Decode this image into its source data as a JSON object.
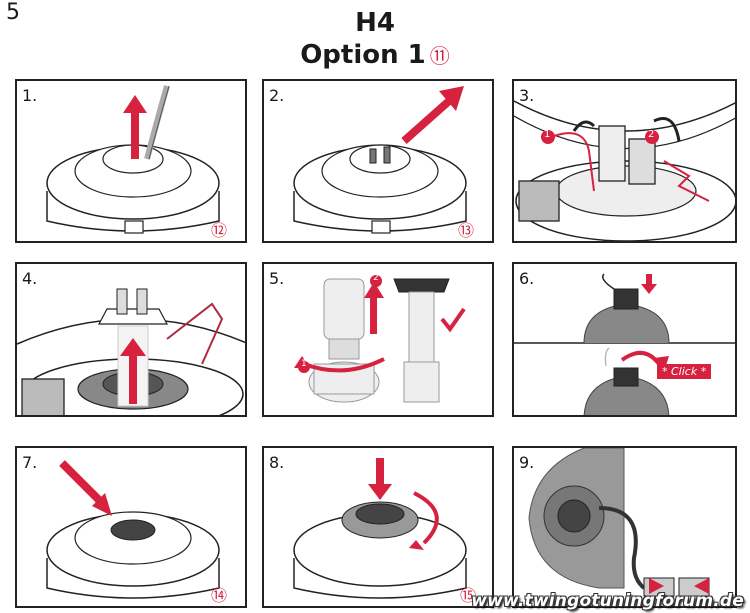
{
  "page": {
    "number": "5",
    "title": "H4",
    "subtitle": "Option 1",
    "subtitle_ref": "⑪"
  },
  "panels": [
    {
      "step": "1.",
      "ref": "⑫"
    },
    {
      "step": "2.",
      "ref": "⑬"
    },
    {
      "step": "3.",
      "callouts": [
        "1",
        "2"
      ]
    },
    {
      "step": "4."
    },
    {
      "step": "5.",
      "callouts": [
        "1",
        "2"
      ]
    },
    {
      "step": "6.",
      "click_label": "* Click *"
    },
    {
      "step": "7.",
      "ref": "⑭"
    },
    {
      "step": "8.",
      "ref": "⑮"
    },
    {
      "step": "9."
    }
  ],
  "watermark": "www.twingotuningforum.de",
  "colors": {
    "accent": "#d6213f",
    "line": "#222222",
    "gray": "#9a9a9a"
  }
}
